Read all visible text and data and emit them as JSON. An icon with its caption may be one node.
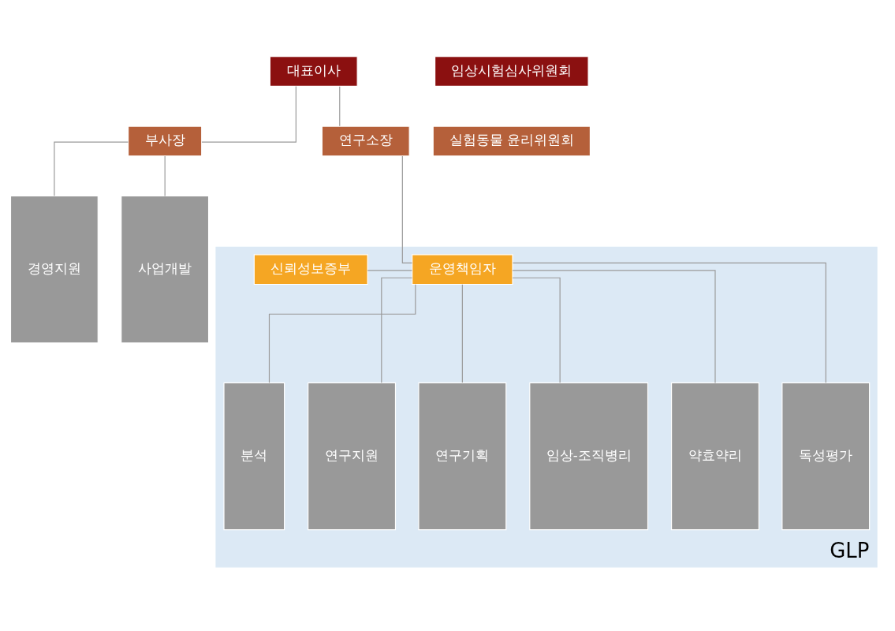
{
  "diagram": {
    "nodes": [
      {
        "text": [
          "대표이사"
        ]
      },
      {
        "text": [
          "임상시험심사위원회"
        ]
      },
      {
        "text": [
          "부사장"
        ]
      },
      {
        "text": [
          "연구소장"
        ]
      },
      {
        "text": [
          "실험동물 윤리위원회"
        ]
      },
      {
        "text": [
          "GLP"
        ]
      },
      {
        "text": [
          "운영책임자"
        ],
        "in": 5
      },
      {
        "text": [
          "신뢰성보증부"
        ],
        "in": 5
      },
      {
        "text": [
          "경영지원"
        ]
      },
      {
        "text": [
          "사업개발"
        ]
      },
      {
        "text": [
          "분석"
        ],
        "in": 5
      },
      {
        "text": [
          "연구지원"
        ],
        "in": 5
      },
      {
        "text": [
          "연구기획"
        ],
        "in": 5
      },
      {
        "text": [
          "임상-조직병리"
        ],
        "in": 5
      },
      {
        "text": [
          "약효약리"
        ],
        "in": 5
      },
      {
        "text": [
          "독성평가"
        ],
        "in": 5
      }
    ],
    "edges": [
      {
        "from": 0,
        "to": 2,
        "arrow": "none"
      },
      {
        "from": 0,
        "to": 3,
        "arrow": "none"
      },
      {
        "from": 3,
        "to": 6,
        "arrow": "none"
      },
      {
        "from": 6,
        "to": 7,
        "arrow": "none"
      },
      {
        "from": 2,
        "to": 8,
        "arrow": "none"
      },
      {
        "from": 2,
        "to": 9,
        "arrow": "none"
      },
      {
        "from": 6,
        "to": 10,
        "arrow": "none"
      },
      {
        "from": 6,
        "to": 11,
        "arrow": "none"
      },
      {
        "from": 6,
        "to": 12,
        "arrow": "none"
      },
      {
        "from": 6,
        "to": 13,
        "arrow": "none"
      },
      {
        "from": 6,
        "to": 14,
        "arrow": "none"
      },
      {
        "from": 6,
        "to": 15,
        "arrow": "none"
      }
    ]
  }
}
